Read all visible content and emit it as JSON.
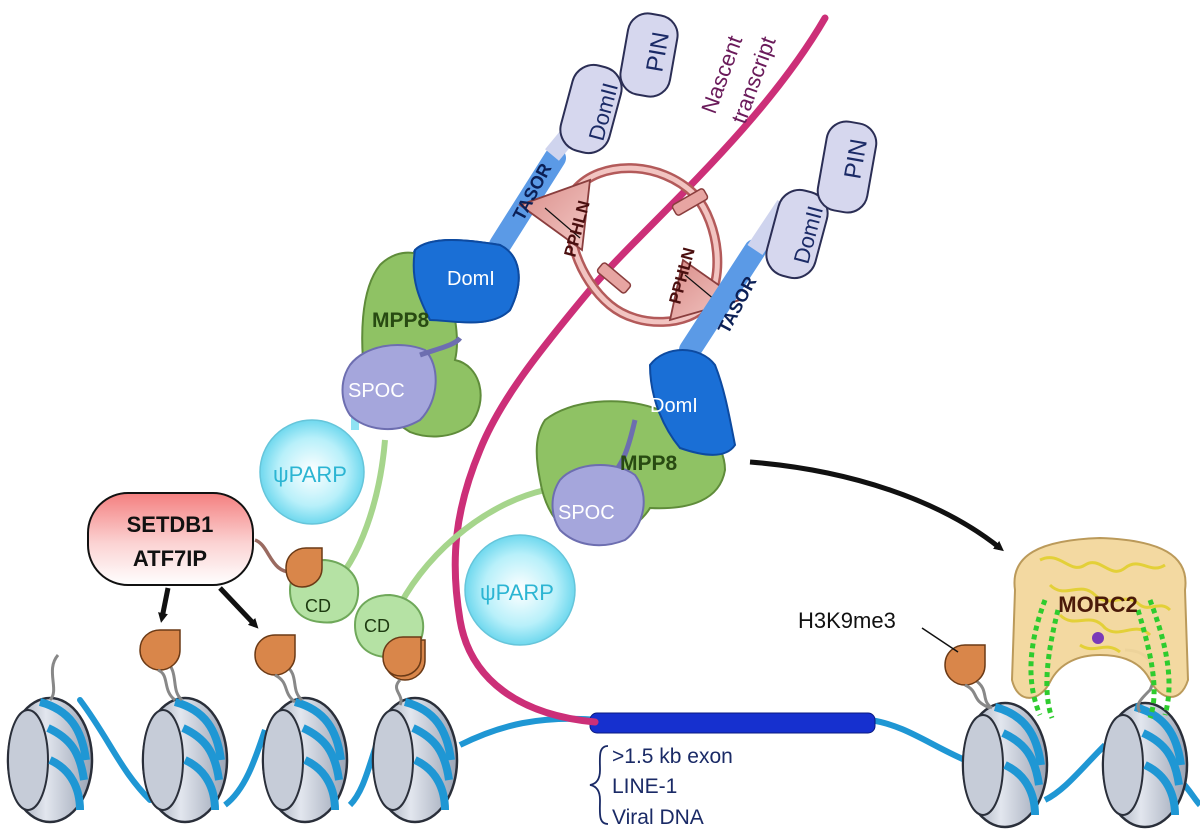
{
  "labels": {
    "pin": "PIN",
    "domII": "DomII",
    "tasor": "TASOR",
    "domI": "DomI",
    "mpp8": "MPP8",
    "spoc": "SPOC",
    "psiparp": "ψPARP",
    "pphln": "PPHLN",
    "cd": "CD",
    "setdb1": "SETDB1",
    "atf7ip": "ATF7IP",
    "morc2": "MORC2",
    "h3k9me3": "H3K9me3",
    "nascent": "Nascent",
    "transcript": "transcript",
    "targets": [
      ">1.5 kb exon",
      "LINE-1",
      "Viral DNA"
    ]
  },
  "colors": {
    "tasor_blue": "#1a6fd6",
    "tasor_stalk": "#5b9ae6",
    "domain_lavender": "#d6d7ee",
    "mpp8_green": "#8fc264",
    "spoc_purple": "#a5a6dc",
    "psiparp_cyan": "#8fe3f3",
    "pphln_pink": "#e7a5a2",
    "transcript_magenta": "#cc2f78",
    "dna_cyan": "#1f97d4",
    "exon_blue": "#1630cf",
    "histone_gray": "#aab2c2",
    "mark_orange": "#d9864a",
    "setdb1_fill": "#f58a8a",
    "morc2_tan": "#f3d89d",
    "morc2_green": "#2ecc2e"
  }
}
